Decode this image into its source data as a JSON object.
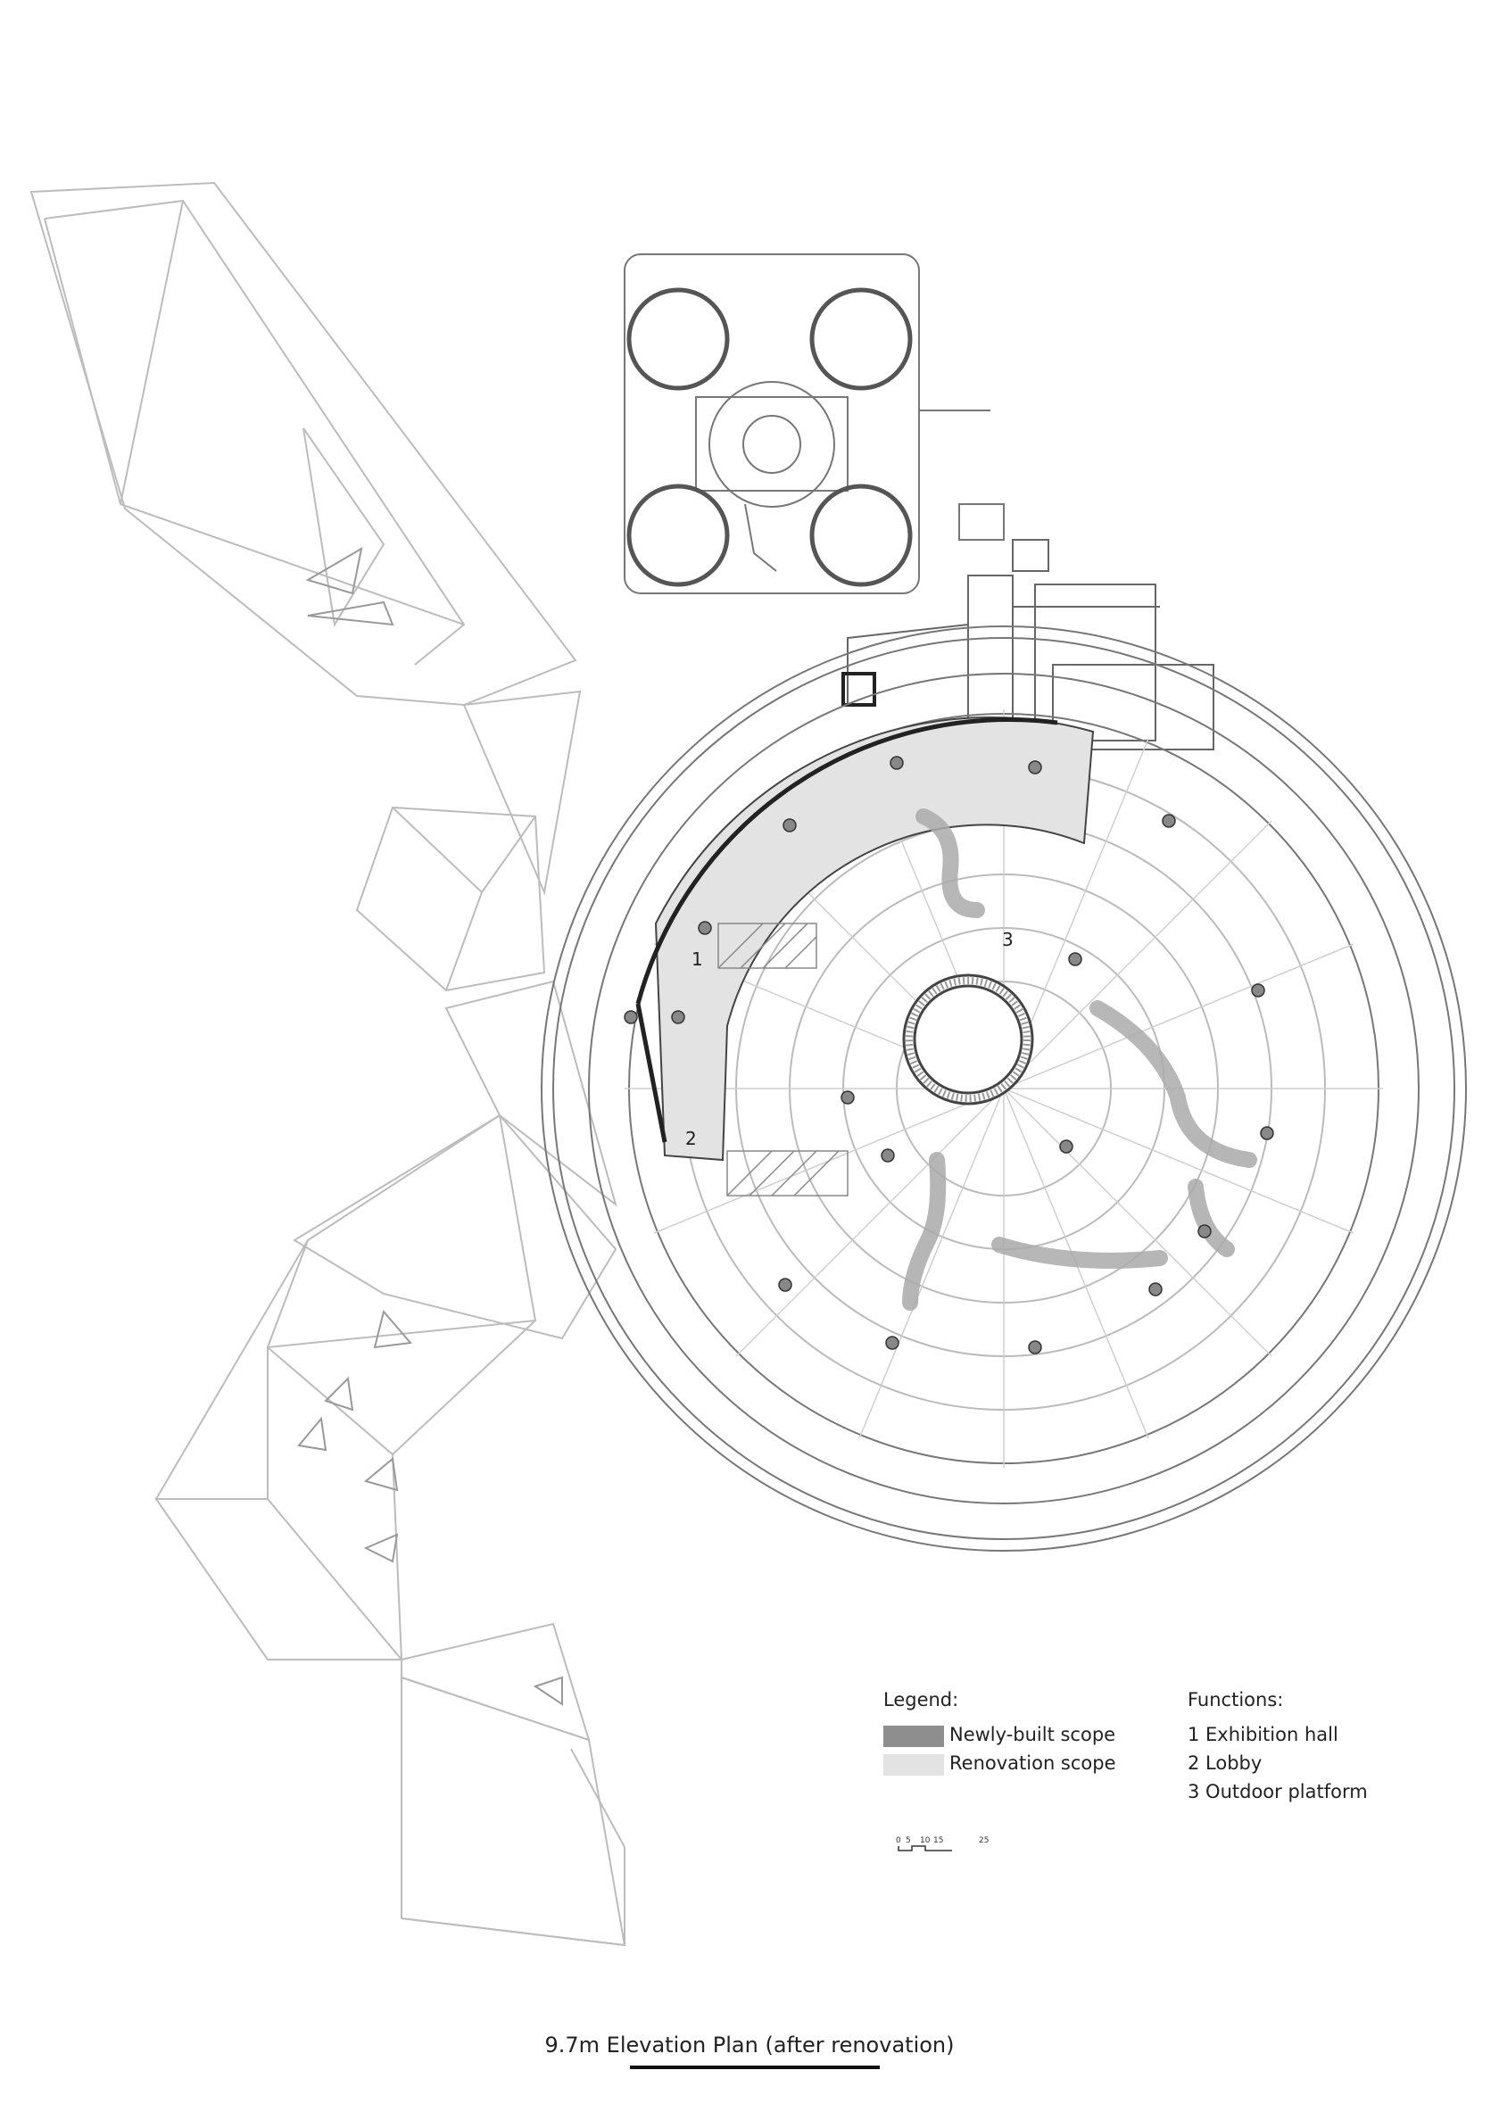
{
  "legend": {
    "title": "Legend:",
    "items": [
      {
        "label": "Newly-built scope",
        "color": "#8e8e8e"
      },
      {
        "label": "Renovation scope",
        "color": "#e3e3e3"
      }
    ]
  },
  "functions": {
    "title": "Functions:",
    "items": [
      "1 Exhibition hall",
      "2 Lobby",
      "3 Outdoor platform"
    ]
  },
  "scale_bar": {
    "ticks": [
      "0",
      "5",
      "10",
      "15",
      "25"
    ]
  },
  "plan_labels": {
    "one": "1",
    "two": "2",
    "three": "3"
  },
  "title": "9.7m Elevation Plan (after renovation)"
}
